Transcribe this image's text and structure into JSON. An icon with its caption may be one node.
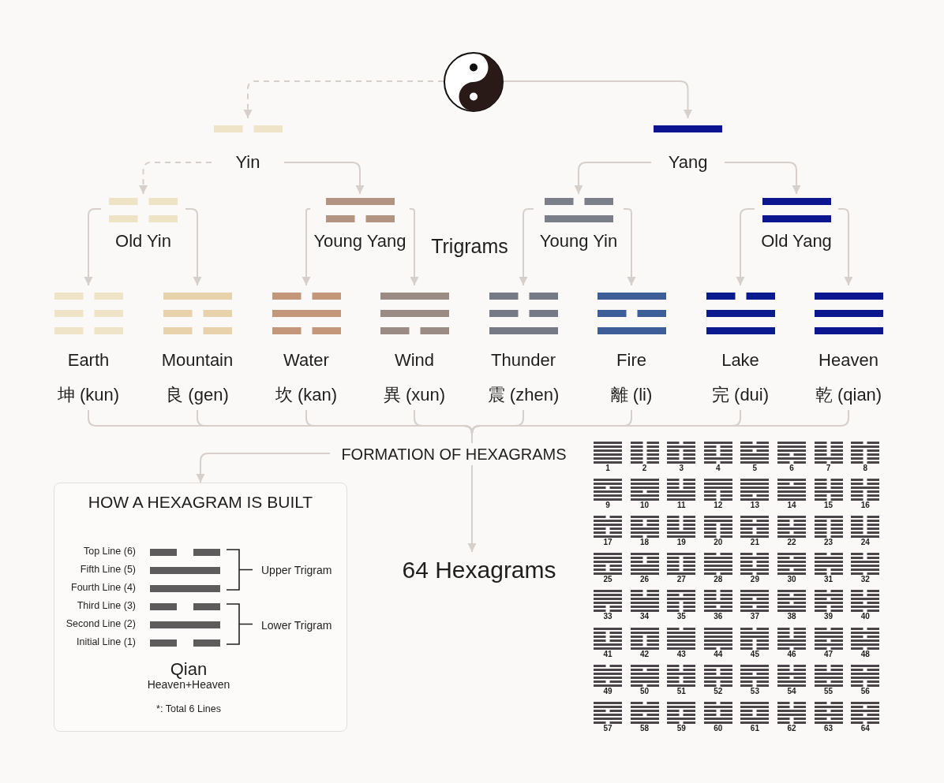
{
  "diagram": {
    "nodes": [
      {
        "text": [],
        "shape": "picture"
      },
      {
        "text": [
          "Yin"
        ]
      },
      {
        "text": [
          "Yang"
        ]
      },
      {
        "text": [
          "Old Yin"
        ]
      },
      {
        "text": [
          "Young Yang"
        ]
      },
      {
        "text": [
          "Young Yin"
        ]
      },
      {
        "text": [
          "Old Yang"
        ]
      },
      {
        "text": [
          "Earth",
          "坤 (kun)"
        ]
      },
      {
        "text": [
          "Mountain",
          "良 (gen)"
        ]
      },
      {
        "text": [
          "Water",
          "坎 (kan)"
        ]
      },
      {
        "text": [
          "Wind",
          "異 (xun)"
        ]
      },
      {
        "text": [
          "Thunder",
          "震 (zhen)"
        ]
      },
      {
        "text": [
          "Fire",
          "離 (li)"
        ]
      },
      {
        "text": [
          "Lake",
          "完 (dui)"
        ]
      },
      {
        "text": [
          "Heaven",
          "乾 (qian)"
        ]
      },
      {
        "text": [
          "FORMATION OF HEXAGRAMS"
        ]
      },
      {
        "text": [
          "64 Hexagrams"
        ]
      },
      {
        "text": [
          "HOW A HEXAGRAM IS BUILT",
          "Top Line (6)",
          "Fifth Line (5)",
          "Fourth Line (4)",
          "Third Line (3)",
          "Second Line (2)",
          "Initial Line (1)",
          "Upper Trigram",
          "Lower Trigram",
          "Qian",
          "Heaven+Heaven",
          "*: Total 6 Lines"
        ]
      }
    ],
    "edges": [
      {
        "from": 0,
        "to": 1,
        "arrow": "to",
        "style": "dashed"
      },
      {
        "from": 0,
        "to": 2,
        "arrow": "to"
      },
      {
        "from": 1,
        "to": 3,
        "arrow": "to",
        "style": "dashed"
      },
      {
        "from": 1,
        "to": 4,
        "arrow": "to"
      },
      {
        "from": 2,
        "to": 5,
        "arrow": "to"
      },
      {
        "from": 2,
        "to": 6,
        "arrow": "to"
      },
      {
        "from": 3,
        "to": 7,
        "arrow": "to"
      },
      {
        "from": 3,
        "to": 8,
        "arrow": "to"
      },
      {
        "from": 4,
        "to": 9,
        "arrow": "to"
      },
      {
        "from": 4,
        "to": 10,
        "arrow": "to"
      },
      {
        "from": 5,
        "to": 11,
        "arrow": "to"
      },
      {
        "from": 5,
        "to": 12,
        "arrow": "to"
      },
      {
        "from": 6,
        "to": 13,
        "arrow": "to"
      },
      {
        "from": 6,
        "to": 14,
        "arrow": "to"
      },
      {
        "from": 7,
        "to": 15,
        "arrow": "none"
      },
      {
        "from": 8,
        "to": 15,
        "arrow": "none"
      },
      {
        "from": 9,
        "to": 15,
        "arrow": "none"
      },
      {
        "from": 10,
        "to": 15,
        "arrow": "none"
      },
      {
        "from": 11,
        "to": 15,
        "arrow": "none"
      },
      {
        "from": 12,
        "to": 15,
        "arrow": "none"
      },
      {
        "from": 13,
        "to": 15,
        "arrow": "none"
      },
      {
        "from": 14,
        "to": 15,
        "arrow": "none"
      },
      {
        "from": 15,
        "to": 17,
        "arrow": "to"
      },
      {
        "from": 15,
        "to": 16,
        "arrow": "to"
      }
    ],
    "labels": [
      "Trigrams",
      "1",
      "2",
      "3",
      "4",
      "5",
      "6",
      "7",
      "8",
      "9",
      "10",
      "11",
      "12",
      "13",
      "14",
      "15",
      "16",
      "17",
      "18",
      "19",
      "20",
      "21",
      "22",
      "23",
      "24",
      "25",
      "26",
      "27",
      "28",
      "29",
      "30",
      "31",
      "32",
      "33",
      "34",
      "35",
      "36",
      "37",
      "38",
      "39",
      "40",
      "41",
      "42",
      "43",
      "44",
      "45",
      "46",
      "47",
      "48",
      "49",
      "50",
      "51",
      "52",
      "53",
      "54",
      "55",
      "56",
      "57",
      "58",
      "59",
      "60",
      "61",
      "62",
      "63",
      "64"
    ]
  }
}
